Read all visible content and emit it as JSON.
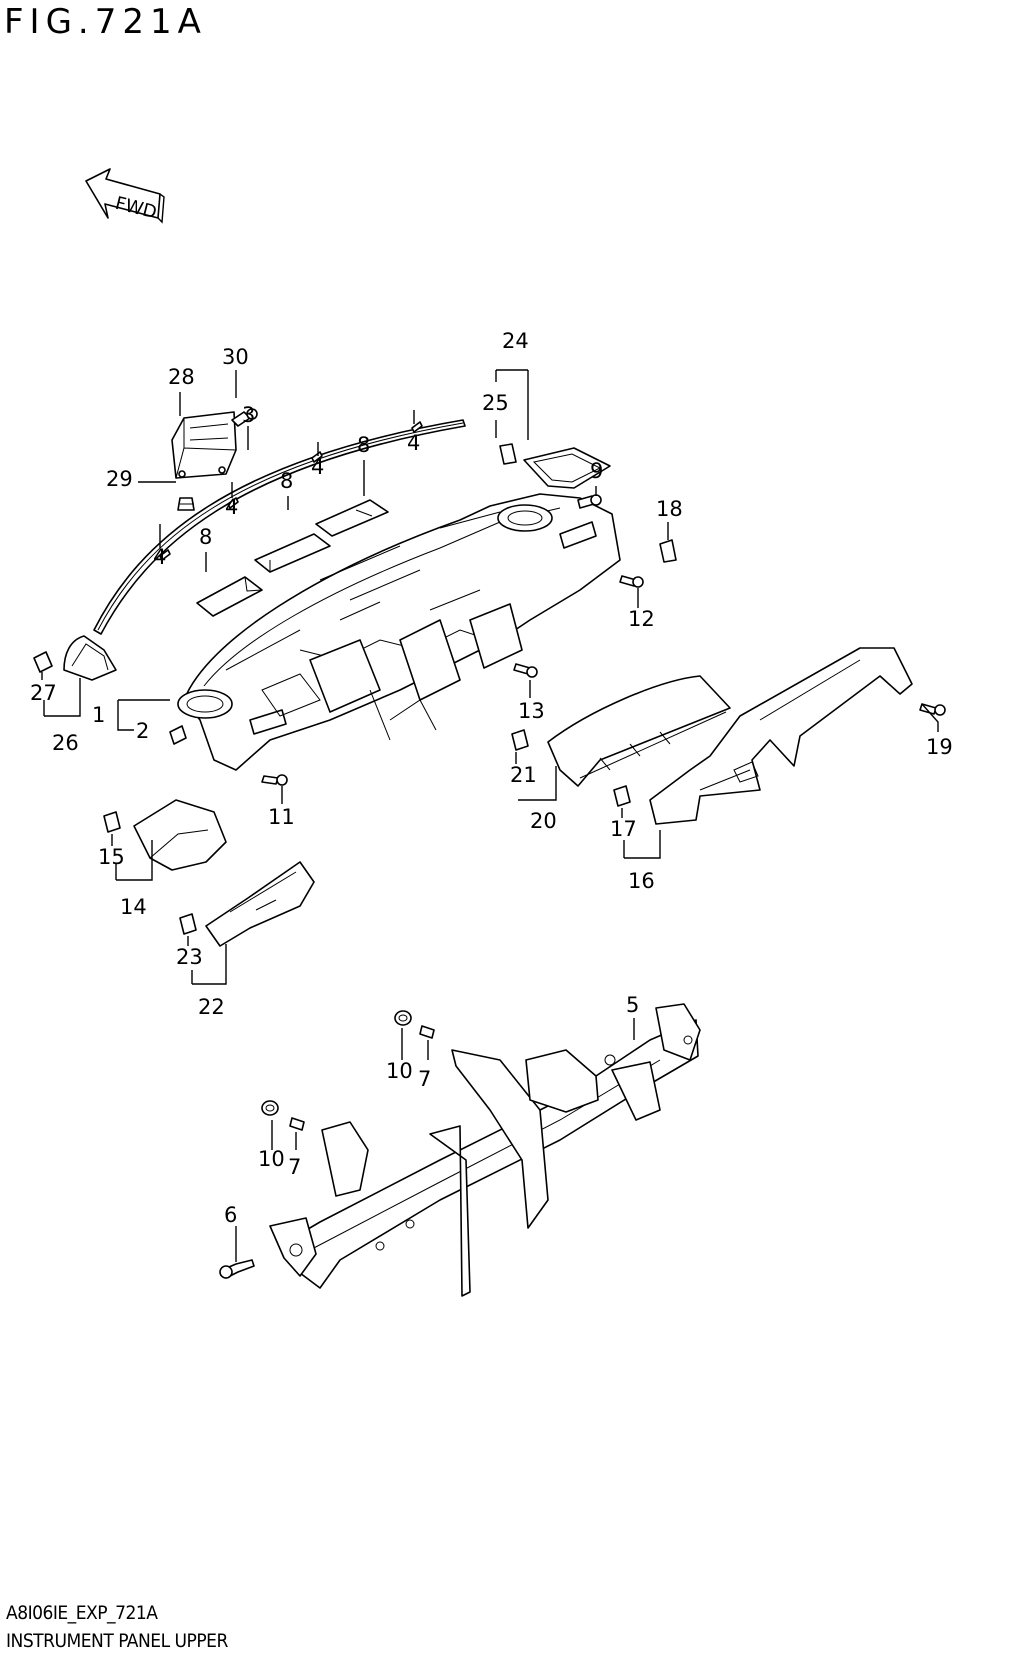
{
  "figure": {
    "title": "FIG.721A",
    "fwd_label": "FWD"
  },
  "footer": {
    "code": "A8I06IE_EXP_721A",
    "name": "INSTRUMENT PANEL UPPER"
  },
  "callouts": [
    {
      "id": "c30",
      "text": "30"
    },
    {
      "id": "c28",
      "text": "28"
    },
    {
      "id": "c3",
      "text": "3"
    },
    {
      "id": "c24",
      "text": "24"
    },
    {
      "id": "c25",
      "text": "25"
    },
    {
      "id": "c4a",
      "text": "4"
    },
    {
      "id": "c8a",
      "text": "8"
    },
    {
      "id": "c4b",
      "text": "4"
    },
    {
      "id": "c29",
      "text": "29"
    },
    {
      "id": "c8b",
      "text": "8"
    },
    {
      "id": "c9",
      "text": "9"
    },
    {
      "id": "c4c",
      "text": "4"
    },
    {
      "id": "c18",
      "text": "18"
    },
    {
      "id": "c8c",
      "text": "8"
    },
    {
      "id": "c4d",
      "text": "4"
    },
    {
      "id": "c12",
      "text": "12"
    },
    {
      "id": "c27",
      "text": "27"
    },
    {
      "id": "c1",
      "text": "1"
    },
    {
      "id": "c13",
      "text": "13"
    },
    {
      "id": "c2",
      "text": "2"
    },
    {
      "id": "c26",
      "text": "26"
    },
    {
      "id": "c19",
      "text": "19"
    },
    {
      "id": "c21",
      "text": "21"
    },
    {
      "id": "c11",
      "text": "11"
    },
    {
      "id": "c20",
      "text": "20"
    },
    {
      "id": "c17",
      "text": "17"
    },
    {
      "id": "c15",
      "text": "15"
    },
    {
      "id": "c16",
      "text": "16"
    },
    {
      "id": "c14",
      "text": "14"
    },
    {
      "id": "c23",
      "text": "23"
    },
    {
      "id": "c22",
      "text": "22"
    },
    {
      "id": "c5",
      "text": "5"
    },
    {
      "id": "c10a",
      "text": "10"
    },
    {
      "id": "c7a",
      "text": "7"
    },
    {
      "id": "c10b",
      "text": "10"
    },
    {
      "id": "c7b",
      "text": "7"
    },
    {
      "id": "c6",
      "text": "6"
    }
  ]
}
